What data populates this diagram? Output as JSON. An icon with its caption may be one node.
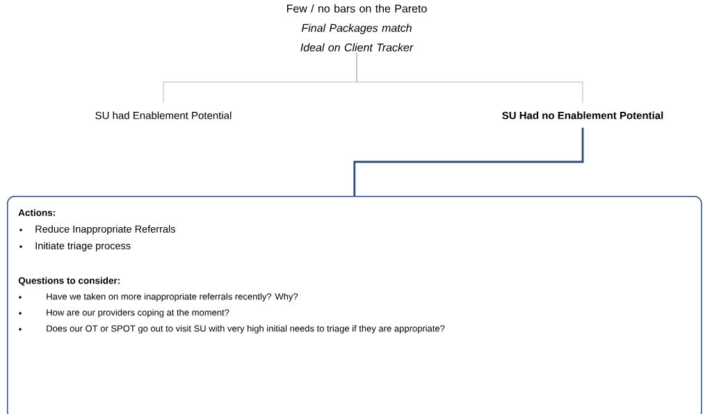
{
  "diagram": {
    "nodes": [
      {
        "text": [
          "Few / no bars on the Pareto",
          "Final Packages match Ideal on Client Tracker"
        ]
      },
      {
        "text": [
          "SU had Enablement Potential"
        ]
      },
      {
        "text": [
          "SU Had no Enablement Potential"
        ]
      },
      {
        "text": [
          "Actions:",
          "Reduce Inappropriate Referrals",
          "Initiate triage process",
          "Questions to consider:",
          "Have we taken on more inappropriate referrals recently? Why?",
          "How are our providers coping at the moment?",
          "Does our OT or SPOT go out to visit SU with very high initial needs to triage if they are appropriate?"
        ]
      }
    ],
    "edges": [
      {
        "from": 0,
        "to": 1,
        "arrow": "none"
      },
      {
        "from": 0,
        "to": 2,
        "arrow": "none"
      },
      {
        "from": 2,
        "to": 3,
        "arrow": "none",
        "style": "thick",
        "color": "#2f4b7c"
      }
    ]
  }
}
